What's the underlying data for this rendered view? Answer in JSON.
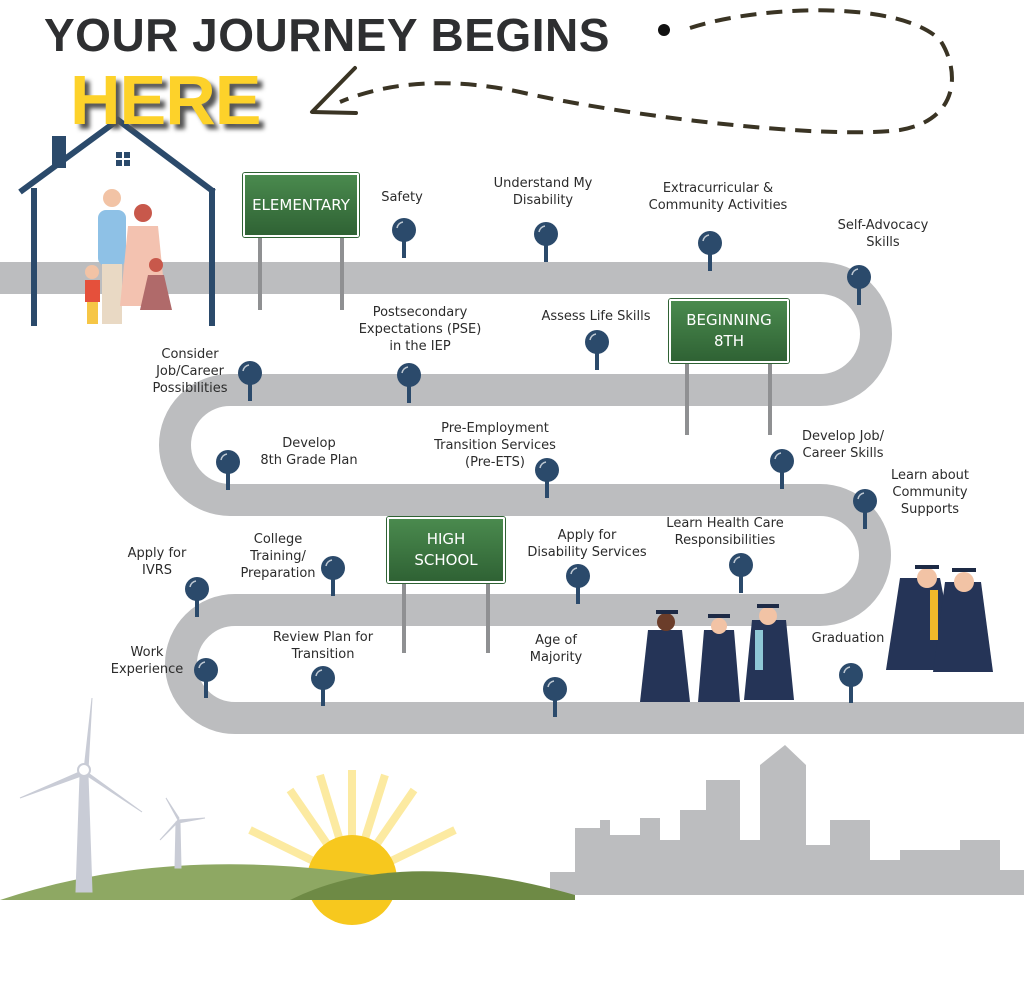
{
  "header": {
    "title": "YOUR JOURNEY BEGINS",
    "highlight": "HERE"
  },
  "signs": [
    {
      "label": "ELEMENTARY"
    },
    {
      "label": "BEGINNING\n8TH"
    },
    {
      "label": "HIGH\nSCHOOL"
    }
  ],
  "milestones": [
    {
      "label": "Safety"
    },
    {
      "label": "Understand My\nDisability"
    },
    {
      "label": "Extracurricular &\nCommunity Activities"
    },
    {
      "label": "Self-Advocacy\nSkills"
    },
    {
      "label": "Consider\nJob/Career\nPossibilities"
    },
    {
      "label": "Postsecondary\nExpectations (PSE)\nin the IEP"
    },
    {
      "label": "Assess Life Skills"
    },
    {
      "label": "Develop\n8th Grade Plan"
    },
    {
      "label": "Pre-Employment\nTransition Services\n(Pre-ETS)"
    },
    {
      "label": "Develop Job/\nCareer Skills"
    },
    {
      "label": "Learn about\nCommunity\nSupports"
    },
    {
      "label": "Apply for\nIVRS"
    },
    {
      "label": "College\nTraining/\nPreparation"
    },
    {
      "label": "Apply for\nDisability Services"
    },
    {
      "label": "Learn Health Care\nResponsibilities"
    },
    {
      "label": "Work\nExperience"
    },
    {
      "label": "Review Plan for\nTransition"
    },
    {
      "label": "Age of\nMajority"
    },
    {
      "label": "Graduation"
    }
  ],
  "colors": {
    "road": "#bcbdbf",
    "pin": "#2b4a6b",
    "sign": "#3b7440",
    "here": "#fdd22a",
    "title": "#2e2f31"
  }
}
